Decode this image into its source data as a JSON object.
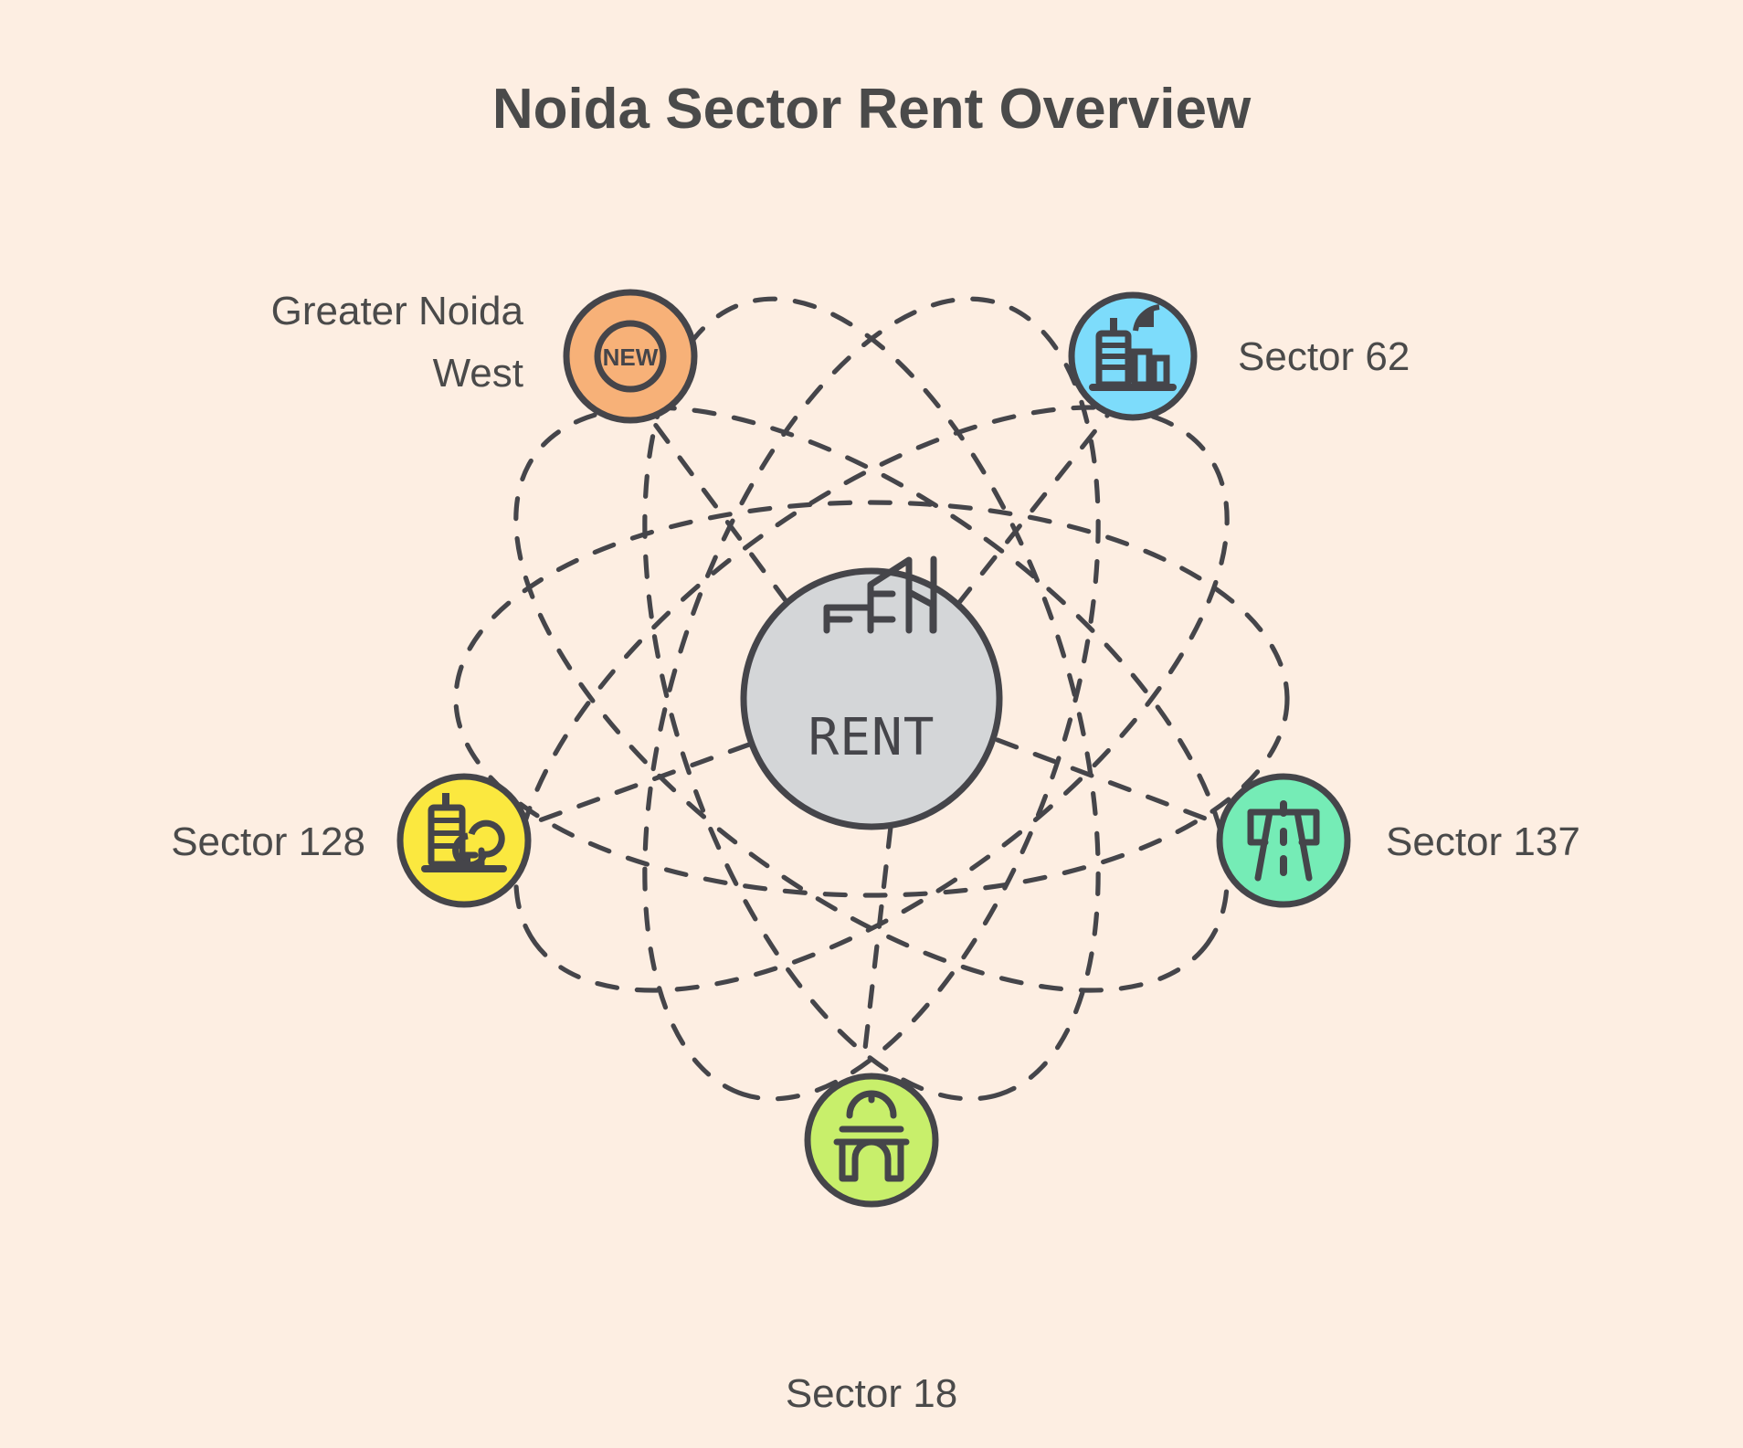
{
  "page": {
    "background_color": "#fdeee2",
    "text_color": "#4a4a4a",
    "stroke_color": "#45454a"
  },
  "header": {
    "title": "Noida Sector Rent Overview"
  },
  "center": {
    "label": "RENT",
    "icon": "buildings-icon",
    "fill_color": "#d4d6d8"
  },
  "nodes": [
    {
      "id": "greater-noida-west",
      "label": "Greater Noida West",
      "label_line1": "Greater Noida",
      "label_line2": "West",
      "icon": "new-badge-icon",
      "color": "#f7b178",
      "position": "top-left"
    },
    {
      "id": "sector-62",
      "label": "Sector 62",
      "icon": "city-skyline-icon",
      "color": "#7ddcfb",
      "position": "top-right"
    },
    {
      "id": "sector-137",
      "label": "Sector 137",
      "icon": "expressway-icon",
      "color": "#75ecb6",
      "position": "right"
    },
    {
      "id": "sector-18",
      "label": "Sector 18",
      "icon": "india-gate-icon",
      "color": "#c8ef6b",
      "position": "bottom"
    },
    {
      "id": "sector-128",
      "label": "Sector 128",
      "icon": "building-park-icon",
      "color": "#fbe83f",
      "position": "left"
    }
  ],
  "chart_data": {
    "type": "diagram",
    "layout": "radial-atom",
    "title": "Noida Sector Rent Overview",
    "center_node": "RENT",
    "satellites": [
      "Greater Noida West",
      "Sector 62",
      "Sector 137",
      "Sector 18",
      "Sector 128"
    ],
    "orbit_count": 5,
    "orbit_style": "dashed ellipse"
  }
}
